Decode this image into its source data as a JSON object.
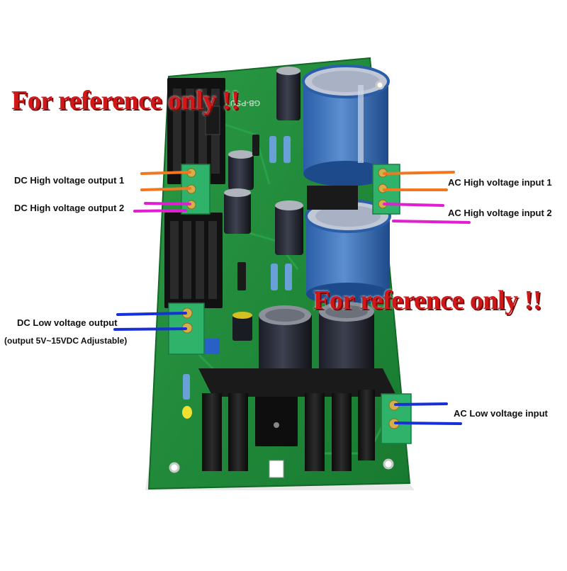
{
  "watermarks": {
    "top_left": "For reference only !!",
    "middle_right": "For reference only !!"
  },
  "board": {
    "silkscreen_title": "GB-PSU"
  },
  "labels": {
    "dc_high_1": "DC High voltage output 1",
    "dc_high_2": "DC High voltage output 2",
    "dc_low": "DC Low voltage output",
    "dc_low_note": "(output  5V~15VDC Adjustable)",
    "ac_high_1": "AC High voltage input 1",
    "ac_high_2": "AC High voltage input 2",
    "ac_low": "AC Low voltage input"
  },
  "colors": {
    "pcb": "#1f8a3a",
    "terminal": "#2fb36a",
    "orange_wire": "#f07820",
    "magenta_wire": "#e020d0",
    "blue_wire": "#1830d8",
    "watermark": "#d01818"
  }
}
